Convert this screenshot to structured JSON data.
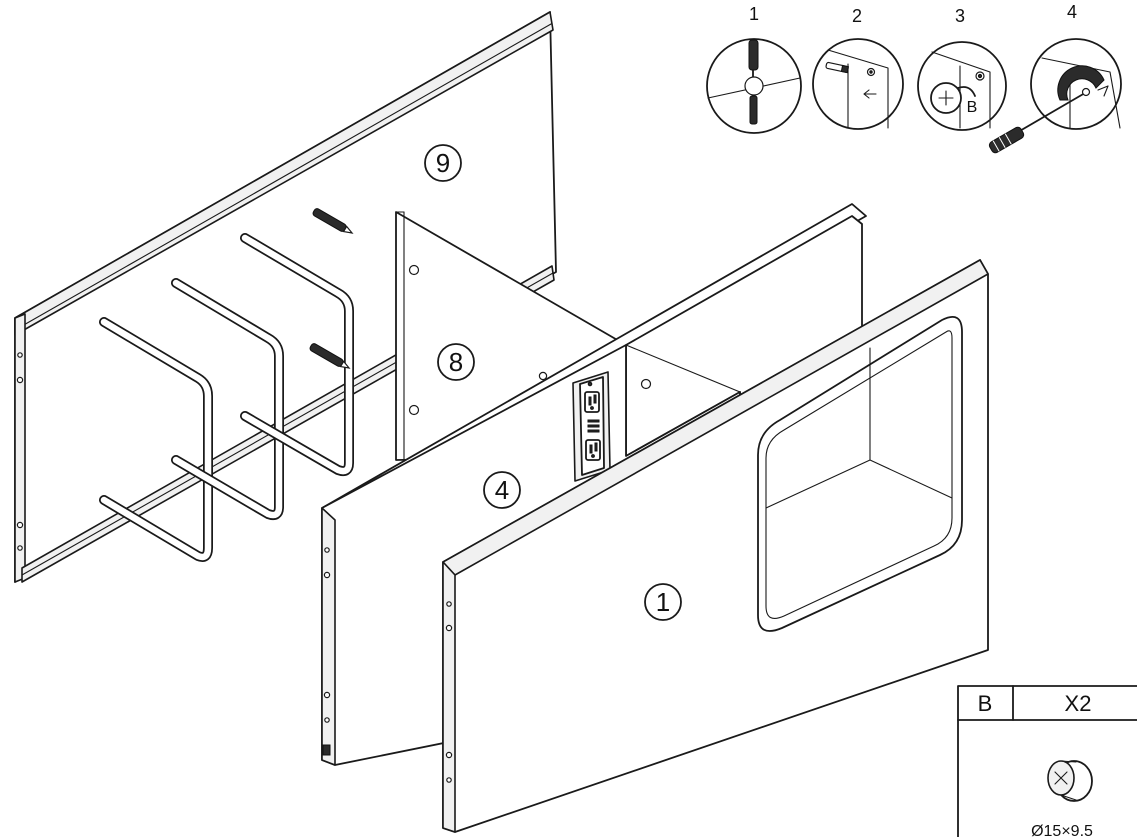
{
  "steps": [
    {
      "number": "1"
    },
    {
      "number": "2"
    },
    {
      "number": "3",
      "letter": "B"
    },
    {
      "number": "4"
    }
  ],
  "parts": [
    {
      "number": "9"
    },
    {
      "number": "8"
    },
    {
      "number": "4"
    },
    {
      "number": "1"
    }
  ],
  "hardware_table": {
    "part_letter": "B",
    "quantity": "X2",
    "size": "Ø15×9.5"
  }
}
